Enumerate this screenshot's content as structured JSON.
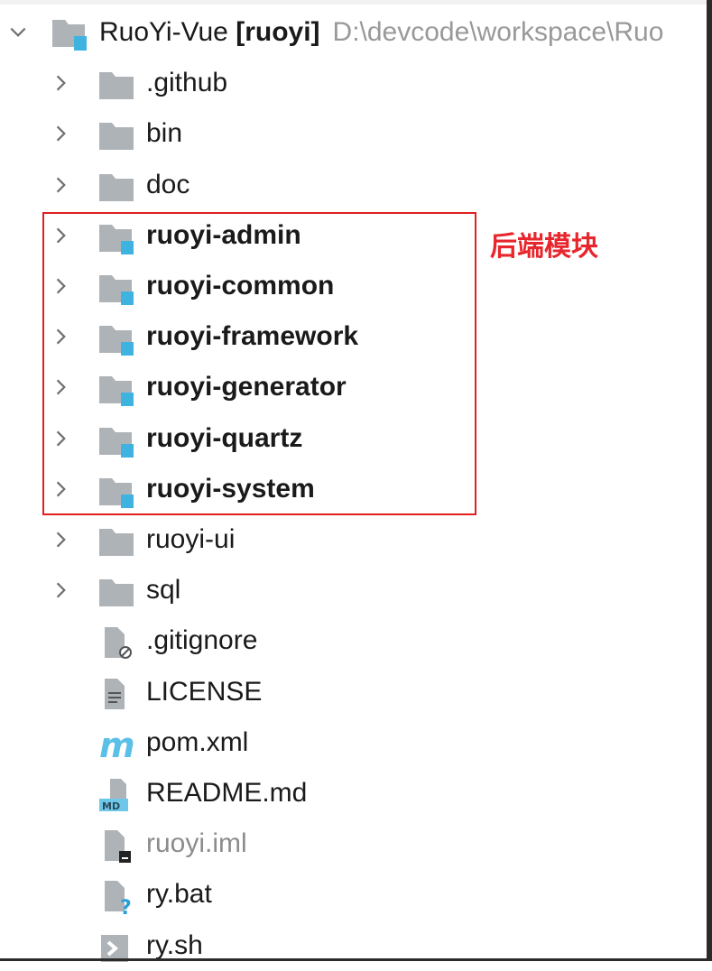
{
  "root": {
    "name": "RuoYi-Vue",
    "module": "[ruoyi]",
    "path": "D:\\devcode\\workspace\\Ruo",
    "expanded": true,
    "icon": "module-folder-icon"
  },
  "items": [
    {
      "label": ".github",
      "type": "folder",
      "icon": "folder-icon",
      "bold": false
    },
    {
      "label": "bin",
      "type": "folder",
      "icon": "folder-icon",
      "bold": false
    },
    {
      "label": "doc",
      "type": "folder",
      "icon": "folder-icon",
      "bold": false
    },
    {
      "label": "ruoyi-admin",
      "type": "module",
      "icon": "module-folder-icon",
      "bold": true
    },
    {
      "label": "ruoyi-common",
      "type": "module",
      "icon": "module-folder-icon",
      "bold": true
    },
    {
      "label": "ruoyi-framework",
      "type": "module",
      "icon": "module-folder-icon",
      "bold": true
    },
    {
      "label": "ruoyi-generator",
      "type": "module",
      "icon": "module-folder-icon",
      "bold": true
    },
    {
      "label": "ruoyi-quartz",
      "type": "module",
      "icon": "module-folder-icon",
      "bold": true
    },
    {
      "label": "ruoyi-system",
      "type": "module",
      "icon": "module-folder-icon",
      "bold": true
    },
    {
      "label": "ruoyi-ui",
      "type": "folder",
      "icon": "folder-icon",
      "bold": false
    },
    {
      "label": "sql",
      "type": "folder",
      "icon": "folder-icon",
      "bold": false
    },
    {
      "label": ".gitignore",
      "type": "file",
      "icon": "gitignore-file-icon",
      "bold": false
    },
    {
      "label": "LICENSE",
      "type": "file",
      "icon": "text-file-icon",
      "bold": false
    },
    {
      "label": "pom.xml",
      "type": "file",
      "icon": "maven-icon",
      "bold": false
    },
    {
      "label": "README.md",
      "type": "file",
      "icon": "markdown-file-icon",
      "bold": false
    },
    {
      "label": "ruoyi.iml",
      "type": "file",
      "icon": "iml-file-icon",
      "bold": false,
      "dim": true
    },
    {
      "label": "ry.bat",
      "type": "file",
      "icon": "unknown-file-icon",
      "bold": false
    },
    {
      "label": "ry.sh",
      "type": "file",
      "icon": "shell-script-icon",
      "bold": false
    }
  ],
  "annotation": {
    "label": "后端模块",
    "color": "#e8262d"
  },
  "colors": {
    "folder": "#aeb3b8",
    "module_accent": "#3fb3e0",
    "highlight_box": "#e02020"
  }
}
